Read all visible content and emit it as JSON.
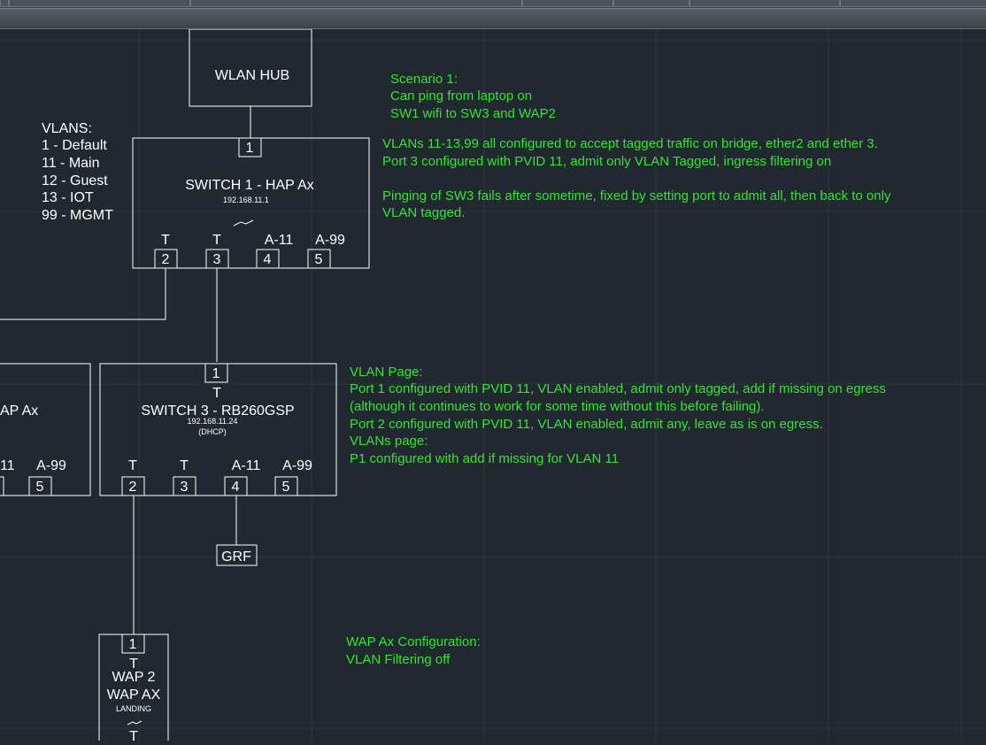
{
  "legend": {
    "heading": "VLANS:",
    "items": [
      "1 - Default",
      "11 - Main",
      "12 - Guest",
      "13 - IOT",
      "99 - MGMT"
    ]
  },
  "nodes": {
    "wlan_hub": {
      "label": "WLAN HUB"
    },
    "switch1": {
      "title": "SWITCH 1 - HAP Ax",
      "ip": "192.168.11.1",
      "port_top": "1",
      "ports": [
        {
          "mode": "T",
          "num": "2"
        },
        {
          "mode": "T",
          "num": "3"
        },
        {
          "mode": "A-11",
          "num": "4"
        },
        {
          "mode": "A-99",
          "num": "5"
        }
      ]
    },
    "switch3": {
      "title": "SWITCH 3 - RB260GSP",
      "ip": "192.168.11.24",
      "dhcp": "(DHCP)",
      "port_top": "1",
      "port_top_mode": "T",
      "ports": [
        {
          "mode": "T",
          "num": "2"
        },
        {
          "mode": "T",
          "num": "3"
        },
        {
          "mode": "A-11",
          "num": "4"
        },
        {
          "mode": "A-99",
          "num": "5"
        }
      ]
    },
    "left_device": {
      "title": "AP Ax",
      "ports": [
        {
          "mode": "11"
        },
        {
          "mode": "A-99",
          "num": "5"
        }
      ]
    },
    "grf": {
      "label": "GRF"
    },
    "wap2": {
      "port_top": "1",
      "port_top_mode": "T",
      "title1": "WAP 2",
      "title2": "WAP AX",
      "location": "LANDING",
      "bottom_mode": "T"
    }
  },
  "notes": {
    "scenario": [
      "Scenario 1:",
      "Can ping from laptop on",
      "SW1 wifi to SW3 and WAP2"
    ],
    "switch1": [
      "VLANs 11-13,99 all configured to accept tagged traffic on bridge, ether2 and ether 3.",
      "Port 3 configured with PVID 11, admit only VLAN Tagged, ingress filtering on",
      "",
      "Pinging of SW3 fails after sometime, fixed by setting port to admit all, then back to only",
      "VLAN tagged."
    ],
    "switch3": [
      "VLAN Page:",
      "Port 1 configured with PVID 11, VLAN enabled, admit only tagged, add if missing on egress",
      "(although it continues to work for some time without this before failing).",
      "Port 2 configured with PVID 11, VLAN enabled, admit any, leave as is on egress.",
      "VLANs page:",
      "P1 configured with add if missing for VLAN 11"
    ],
    "wap": [
      "WAP Ax Configuration:",
      "VLAN Filtering off"
    ]
  },
  "colors": {
    "background": "#212830",
    "note_text": "#2ee82e",
    "lines": "#ffffff",
    "grid": "#2c343d"
  }
}
